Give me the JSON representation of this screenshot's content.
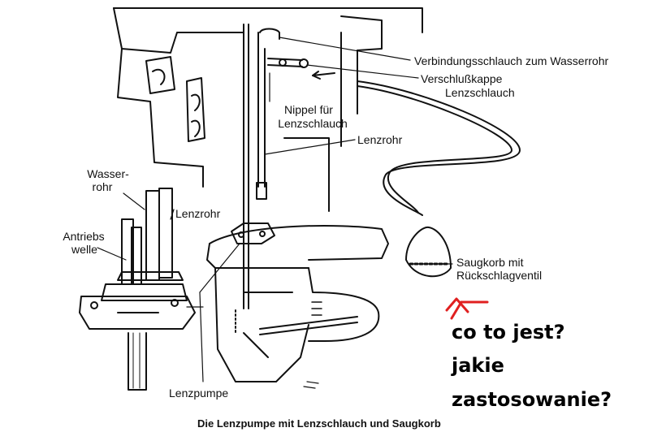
{
  "labels": {
    "verbindungsschlauch": "Verbindungsschlauch zum Wasserrohr",
    "verschlusskappe": "Verschlußkappe",
    "lenzschlauch": "Lenzschlauch",
    "nippel_line1": "Nippel für",
    "nippel_line2": "Lenzschlauch",
    "lenzrohr_top": "Lenzrohr",
    "wasserrohr_line1": "Wasser-",
    "wasserrohr_line2": "rohr",
    "lenzrohr_left": "Lenzrohr",
    "antriebswelle_line1": "Antriebs",
    "antriebswelle_line2": "welle",
    "saugkorb_line1": "Saugkorb mit",
    "saugkorb_line2": "Rückschlagventil",
    "lenzpumpe": "Lenzpumpe"
  },
  "caption": "Die Lenzpumpe mit Lenzschlauch und Saugkorb",
  "annotation": {
    "line1": "co to jest?",
    "line2": "jakie",
    "line3": "zastosowanie?",
    "arrow_color": "#e02020"
  }
}
